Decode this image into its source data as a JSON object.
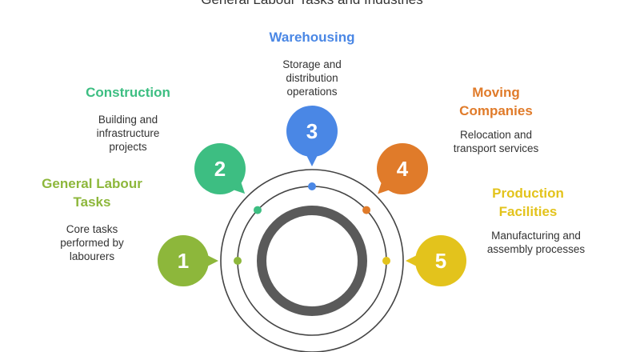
{
  "title": "General Labour Tasks and Industries",
  "colors": {
    "green_light": "#8DB73B",
    "green": "#3DBE82",
    "blue": "#4A87E5",
    "orange": "#E07B2A",
    "yellow": "#E3C31C",
    "ring_dark": "#5A5A5A",
    "ring_line": "#444444"
  },
  "steps": [
    {
      "number": "1",
      "label_lines": [
        "General Labour",
        "Tasks"
      ],
      "desc_lines": [
        "Core tasks",
        "performed by",
        "labourers"
      ],
      "color": "#8DB73B"
    },
    {
      "number": "2",
      "label_lines": [
        "Construction"
      ],
      "desc_lines": [
        "Building and",
        "infrastructure",
        "projects"
      ],
      "color": "#3DBE82"
    },
    {
      "number": "3",
      "label_lines": [
        "Warehousing"
      ],
      "desc_lines": [
        "Storage and",
        "distribution",
        "operations"
      ],
      "color": "#4A87E5"
    },
    {
      "number": "4",
      "label_lines": [
        "Moving",
        "Companies"
      ],
      "desc_lines": [
        "Relocation and",
        "transport services"
      ],
      "color": "#E07B2A"
    },
    {
      "number": "5",
      "label_lines": [
        "Production",
        "Facilities"
      ],
      "desc_lines": [
        "Manufacturing and",
        "assembly processes"
      ],
      "color": "#E3C31C"
    }
  ]
}
